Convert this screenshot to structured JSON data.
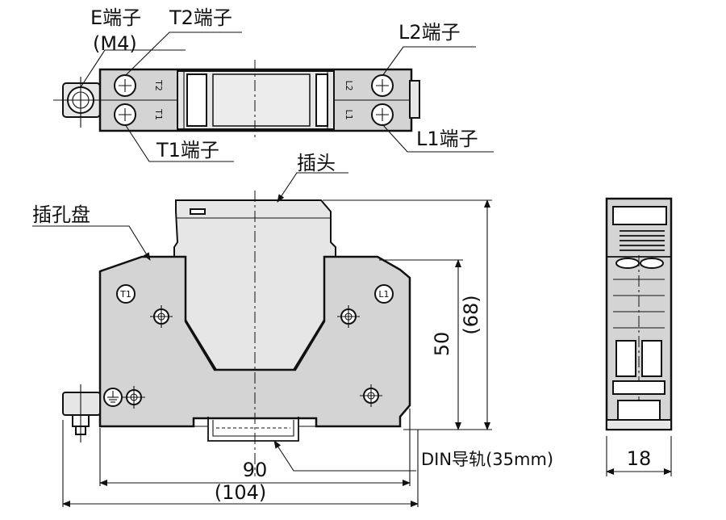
{
  "labels": {
    "e_terminal": "E端子",
    "e_terminal_size": "(M4)",
    "t2_terminal": "T2端子",
    "l2_terminal": "L2端子",
    "t1_terminal": "T1端子",
    "l1_terminal": "L1端子",
    "plug": "插头",
    "socket": "插孔盘",
    "din_rail": "DIN导轨(35mm)"
  },
  "top_view_marks": {
    "t2": "T2",
    "t1": "T1",
    "l2": "L2",
    "l1": "L1"
  },
  "front_view_marks": {
    "t1": "T1",
    "l1": "L1"
  },
  "dimensions": {
    "width_inner": "90",
    "width_outer": "(104)",
    "height_inner": "50",
    "height_outer": "(68)",
    "side_width": "18"
  }
}
